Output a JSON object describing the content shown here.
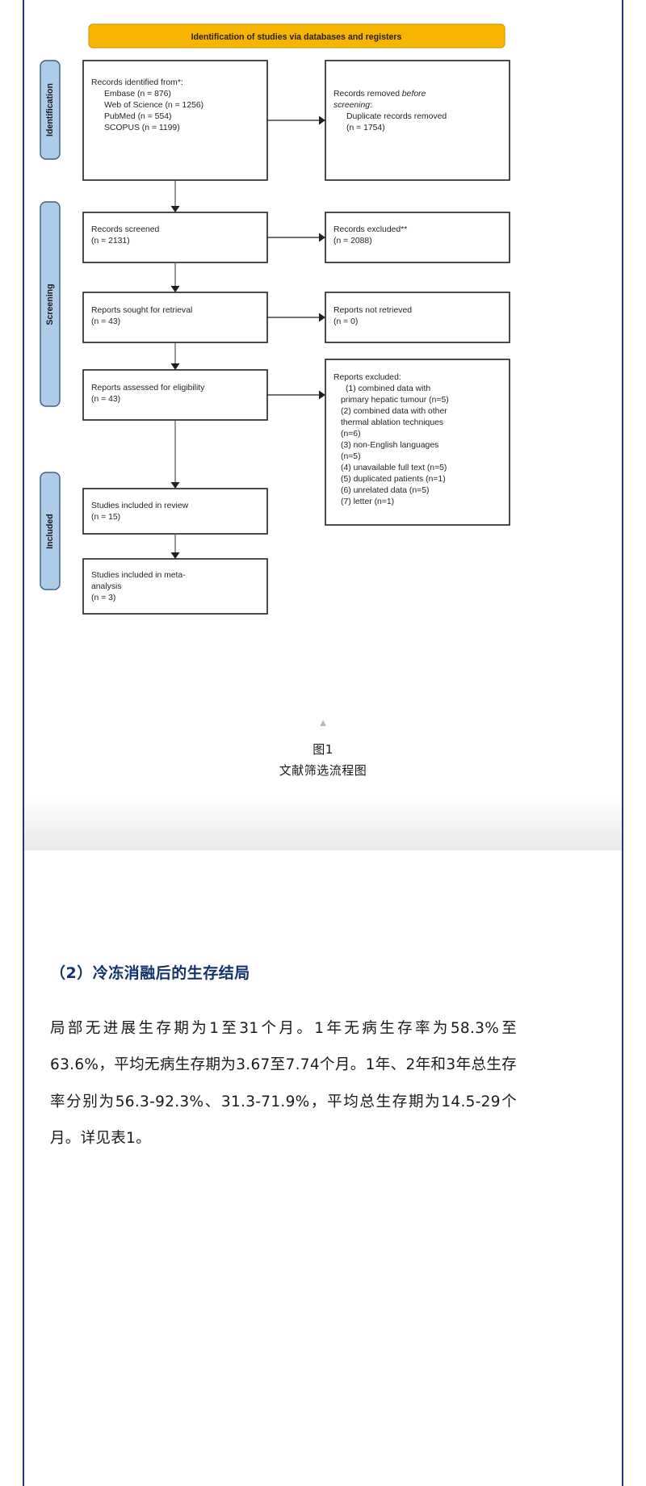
{
  "figure": {
    "header": "Identification of studies via databases and registers",
    "sidebars": [
      {
        "label": "Identification"
      },
      {
        "label": "Screening"
      },
      {
        "label": "Included"
      }
    ],
    "boxes": {
      "records_identified": {
        "title": "Records identified from*:",
        "lines": [
          "Embase (n = 876)",
          "Web of Science (n = 1256)",
          "PubMed (n = 554)",
          "SCOPUS (n = 1199)"
        ]
      },
      "records_removed": {
        "line1": "Records removed ",
        "line1_italic": "before",
        "line2_italic": "screening",
        "line2_rest": ":",
        "lines": [
          "Duplicate records removed",
          "(n = 1754)"
        ]
      },
      "records_screened": {
        "line1": "Records screened",
        "line2": "(n = 2131)"
      },
      "records_excluded": {
        "line1": "Records excluded**",
        "line2": "(n = 2088)"
      },
      "reports_sought": {
        "line1": "Reports sought for retrieval",
        "line2": "(n = 43)"
      },
      "reports_not_retrieved": {
        "line1": "Reports not retrieved",
        "line2": "(n = 0)"
      },
      "reports_assessed": {
        "line1": "Reports assessed for eligibility",
        "line2": "(n = 43)"
      },
      "reports_excluded": {
        "title": "Reports excluded:",
        "items": [
          "(1) combined data with",
          "primary hepatic tumour (n=5)",
          "(2) combined data with other",
          "thermal ablation techniques",
          "(n=6)",
          "(3) non-English languages",
          "(n=5)",
          "(4) unavailable full text (n=5)",
          "(5) duplicated patients (n=1)",
          "(6) unrelated data (n=5)",
          "(7) letter (n=1)"
        ]
      },
      "studies_included_review": {
        "line1": "Studies included in review",
        "line2": "(n = 15)"
      },
      "studies_included_meta": {
        "line1": "Studies included in meta-",
        "line2": "analysis",
        "line3": "(n = 3)"
      }
    },
    "collapse_icon": "▲",
    "caption_line1": "图1",
    "caption_line2": "文献筛选流程图"
  },
  "article": {
    "section_heading": "（2）冷冻消融后的生存结局",
    "paragraph": "局部无进展生存期为1至31个月。1年无病生存率为58.3%至63.6%，平均无病生存期为3.67至7.74个月。1年、2年和3年总生存率分别为56.3-92.3%、31.3-71.9%，平均总生存期为14.5-29个月。详见表1。"
  },
  "colors": {
    "header_bg": "#f7b500",
    "sidebar_bg": "#aecbe8",
    "heading_blue": "#12336e",
    "rule_blue": "#1b3a7a"
  }
}
